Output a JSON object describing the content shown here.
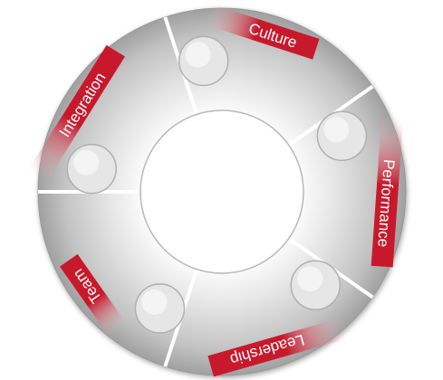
{
  "segments": [
    {
      "id": "culture",
      "label": "Culture"
    },
    {
      "id": "performance",
      "label": "Performance"
    },
    {
      "id": "leadership",
      "label": "Leadership"
    },
    {
      "id": "team",
      "label": "Team"
    },
    {
      "id": "integration",
      "label": "Integration"
    }
  ],
  "colors": {
    "ring_light": "#f2f2f2",
    "ring_dark": "#a9a9a9",
    "banner": "#c8192c",
    "banner_light": "#f3c2c7",
    "label_text": "#ffffff",
    "background": "#ffffff"
  }
}
